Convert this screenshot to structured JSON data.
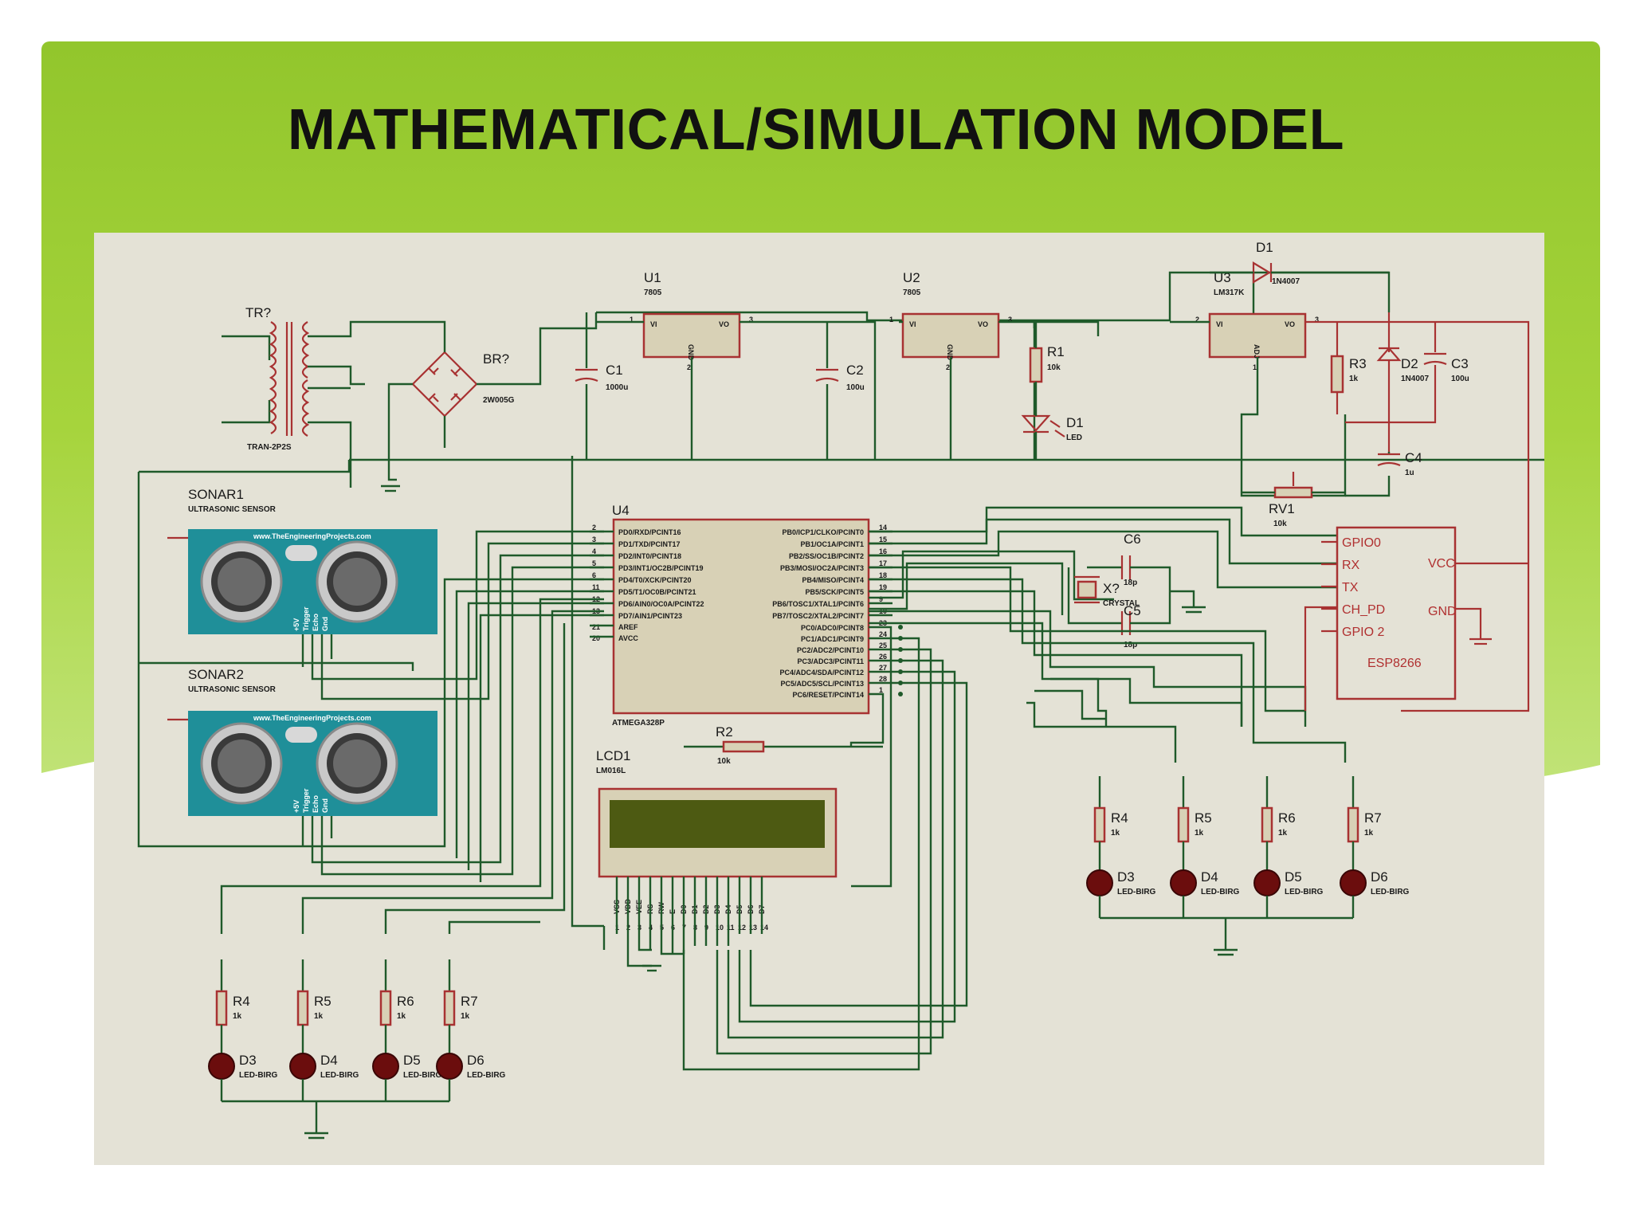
{
  "slide": {
    "title": "MATHEMATICAL/SIMULATION MODEL"
  },
  "colors": {
    "band_green": "#9ccd33",
    "schematic_bg": "#e4e2d6",
    "wire_green": "#1f5a2a",
    "component_red": "#a83232",
    "component_fill": "#d8d1b6",
    "sensor_teal": "#1f8f99",
    "lcd_screen": "#4d5a12",
    "led_red": "#6b0d0d"
  },
  "schematic": {
    "transformer": {
      "ref": "TR?",
      "part": "TRAN-2P2S"
    },
    "bridge": {
      "ref": "BR?",
      "part": "2W005G"
    },
    "c1": {
      "ref": "C1",
      "value": "1000u"
    },
    "c2": {
      "ref": "C2",
      "value": "100u"
    },
    "c3": {
      "ref": "C3",
      "value": "100u"
    },
    "c4": {
      "ref": "C4",
      "value": "1u"
    },
    "c5": {
      "ref": "C5",
      "value": "18p"
    },
    "c6": {
      "ref": "C6",
      "value": "18p"
    },
    "u1": {
      "ref": "U1",
      "part": "7805",
      "vi": "VI",
      "vo": "VO",
      "gnd": "GND"
    },
    "u2": {
      "ref": "U2",
      "part": "7805",
      "vi": "VI",
      "vo": "VO",
      "gnd": "GND"
    },
    "u3": {
      "ref": "U3",
      "part": "LM317K",
      "vi": "VI",
      "vo": "VO",
      "adj": "ADJ"
    },
    "d1_top": {
      "ref": "D1",
      "part": "1N4007"
    },
    "d1_led": {
      "ref": "D1",
      "part": "LED"
    },
    "d2": {
      "ref": "D2",
      "part": "1N4007"
    },
    "r1": {
      "ref": "R1",
      "value": "10k"
    },
    "r2": {
      "ref": "R2",
      "value": "10k"
    },
    "r3": {
      "ref": "R3",
      "value": "1k"
    },
    "rv1": {
      "ref": "RV1",
      "value": "10k"
    },
    "crystal": {
      "ref": "X?",
      "part": "CRYSTAL"
    },
    "sonar1": {
      "ref": "SONAR1",
      "part": "ULTRASONIC SENSOR"
    },
    "sonar2": {
      "ref": "SONAR2",
      "part": "ULTRASONIC SENSOR"
    },
    "sonar_site": "www.TheEngineeringProjects.com",
    "sonar_pins": [
      "+5V",
      "Trigger",
      "Echo",
      "Gnd"
    ],
    "u4": {
      "ref": "U4",
      "part": "ATMEGA328P",
      "left_pins": [
        "PD0/RXD/PCINT16",
        "PD1/TXD/PCINT17",
        "PD2/INT0/PCINT18",
        "PD3/INT1/OC2B/PCINT19",
        "PD4/T0/XCK/PCINT20",
        "PD5/T1/OC0B/PCINT21",
        "PD6/AIN0/OC0A/PCINT22",
        "PD7/AIN1/PCINT23"
      ],
      "left_nums": [
        "2",
        "3",
        "4",
        "5",
        "6",
        "11",
        "12",
        "13"
      ],
      "aref_pins": [
        "AREF",
        "AVCC"
      ],
      "aref_nums": [
        "21",
        "20"
      ],
      "right_pins": [
        "PB0/ICP1/CLKO/PCINT0",
        "PB1/OC1A/PCINT1",
        "PB2/SS/OC1B/PCINT2",
        "PB3/MOSI/OC2A/PCINT3",
        "PB4/MISO/PCINT4",
        "PB5/SCK/PCINT5",
        "PB6/TOSC1/XTAL1/PCINT6",
        "PB7/TOSC2/XTAL2/PCINT7"
      ],
      "right_nums": [
        "14",
        "15",
        "16",
        "17",
        "18",
        "19",
        "9",
        "10"
      ],
      "pc_pins": [
        "PC0/ADC0/PCINT8",
        "PC1/ADC1/PCINT9",
        "PC2/ADC2/PCINT10",
        "PC3/ADC3/PCINT11",
        "PC4/ADC4/SDA/PCINT12",
        "PC5/ADC5/SCL/PCINT13",
        "PC6/RESET/PCINT14"
      ],
      "pc_nums": [
        "23",
        "24",
        "25",
        "26",
        "27",
        "28",
        "1"
      ]
    },
    "lcd": {
      "ref": "LCD1",
      "part": "LM016L",
      "pins": [
        "VSS",
        "VDD",
        "VEE",
        "RS",
        "RW",
        "E",
        "D0",
        "D1",
        "D2",
        "D3",
        "D4",
        "D5",
        "D6",
        "D7"
      ],
      "pin_nums": [
        "1",
        "2",
        "3",
        "4",
        "5",
        "6",
        "7",
        "8",
        "9",
        "10",
        "11",
        "12",
        "13",
        "14"
      ]
    },
    "esp": {
      "part": "ESP8266",
      "left_pins": [
        "GPIO0",
        "RX",
        "TX",
        "CH_PD",
        "GPIO 2"
      ],
      "right_pins": [
        "VCC",
        "GND"
      ]
    },
    "right_resistors": [
      {
        "ref": "R4",
        "value": "1k"
      },
      {
        "ref": "R5",
        "value": "1k"
      },
      {
        "ref": "R6",
        "value": "1k"
      },
      {
        "ref": "R7",
        "value": "1k"
      }
    ],
    "right_leds": [
      {
        "ref": "D3",
        "part": "LED-BIRG"
      },
      {
        "ref": "D4",
        "part": "LED-BIRG"
      },
      {
        "ref": "D5",
        "part": "LED-BIRG"
      },
      {
        "ref": "D6",
        "part": "LED-BIRG"
      }
    ],
    "left_resistors": [
      {
        "ref": "R4",
        "value": "1k"
      },
      {
        "ref": "R5",
        "value": "1k"
      },
      {
        "ref": "R6",
        "value": "1k"
      },
      {
        "ref": "R7",
        "value": "1k"
      }
    ],
    "left_leds": [
      {
        "ref": "D3",
        "part": "LED-BIRG"
      },
      {
        "ref": "D4",
        "part": "LED-BIRG"
      },
      {
        "ref": "D5",
        "part": "LED-BIRG"
      },
      {
        "ref": "D6",
        "part": "LED-BIRG"
      }
    ],
    "pin_numbers": {
      "u_in": "1",
      "u_out": "3",
      "u_gnd": "2",
      "u3_in": "2",
      "u3_out": "3",
      "u3_adj": "1"
    }
  }
}
